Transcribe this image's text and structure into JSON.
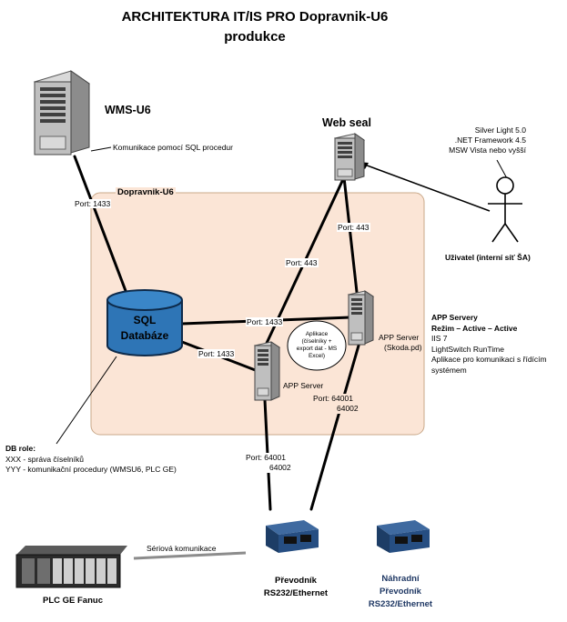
{
  "title": {
    "line1": "ARCHITEKTURA IT/IS PRO Dopravnik-U6",
    "line2": "produkce"
  },
  "wms": {
    "label": "WMS-U6",
    "note": "Komunikace pomocí SQL procedur"
  },
  "websealLabel": "Web seal",
  "requirements": [
    "Silver Light 5.0",
    ".NET Framework 4.5",
    "MSW Vista nebo vyšší"
  ],
  "user": {
    "label": "Uživatel (interní síť ŠA)"
  },
  "zone": {
    "label": "Dopravnik-U6",
    "fill": "#fbe5d6",
    "border": "#c9a98a"
  },
  "db": {
    "line1": "SQL",
    "line2": "Databáze",
    "color": "#2e75b6"
  },
  "ports": {
    "p1433_wms": "Port: 1433",
    "p443_top": "Port: 443",
    "p443_mid": "Port: 443",
    "p1433_mid": "Port: 1433",
    "p1433_low": "Port: 1433",
    "p64001_right": [
      "Port: 64001",
      "64002"
    ],
    "p64001_left": [
      "Port: 64001",
      "64002"
    ]
  },
  "appServerLeft": "APP Server",
  "appServerRight": [
    "APP Server",
    "(Skoda.pd)"
  ],
  "bubble": [
    "Aplikace",
    "(číselníky +",
    "export dat - MS",
    "Excel)"
  ],
  "appServers": {
    "heading": "APP Servery",
    "mode": "Režim – Active – Active",
    "lines": [
      "IIS 7",
      "LightSwitch RunTime",
      "Aplikace pro komunikaci s řídícím",
      "systémem"
    ]
  },
  "dbRole": {
    "heading": "DB role:",
    "lines": [
      "XXX - správa číselníků",
      "YYY - komunikační procedury (WMSU6, PLC GE)"
    ]
  },
  "serial": "Sériová komunikace",
  "plc": "PLC GE Fanuc",
  "converter": [
    "Převodník",
    "RS232/Ethernet"
  ],
  "spare": {
    "lines": [
      "Náhradní",
      "Převodník",
      "RS232/Ethernet"
    ],
    "color": "#1f3864"
  }
}
